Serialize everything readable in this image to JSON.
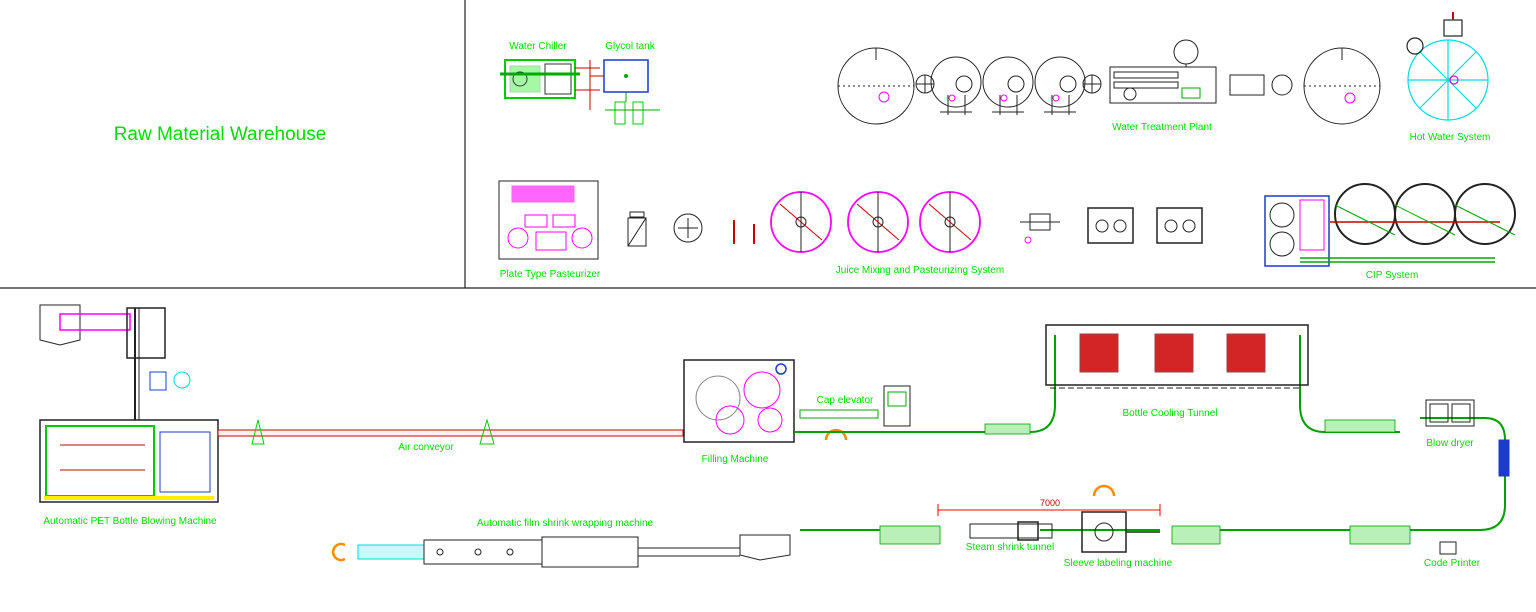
{
  "colors": {
    "label": "#00dd00",
    "line": "#222222",
    "conveyor": "#00a000",
    "conveyor_fill": "#b8f0b8",
    "magenta": "#ff00ff",
    "cyan": "#00dddd",
    "red": "#cc0000",
    "blue": "#1a3cc8",
    "orange": "#ff8c00",
    "dim_red": "#ff0000"
  },
  "top_section": {
    "warehouse_label": "Raw Material Warehouse",
    "water_chiller": "Water Chiller",
    "glycol_tank": "Glycol tank",
    "water_treatment": "Water Treatment Plant",
    "hot_water": "Hot Water System",
    "plate_pasteurizer": "Plate Type Pasteurizer",
    "juice_mixing": "Juice Mixing and Pasteurizing System",
    "cip": "CIP System"
  },
  "line_section": {
    "blowing_machine": "Automatic PET Bottle Blowing Machine",
    "air_conveyor": "Air conveyor",
    "filling_machine": "Filling Machine",
    "cap_elevator": "Cap elevator",
    "cooling_tunnel": "Bottle Cooling Tunnel",
    "blow_dryer": "Blow dryer",
    "code_printer": "Code Printer",
    "sleeve_labeling": "Sleeve labeling machine",
    "steam_tunnel": "Steam shrink tunnel",
    "dimension": "7000",
    "shrink_wrapping": "Automatic film shrink wrapping machine"
  }
}
